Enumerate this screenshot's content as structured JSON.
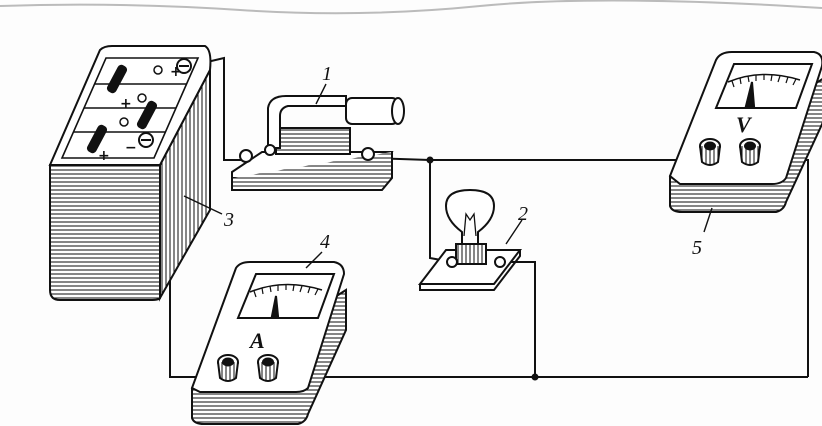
{
  "labels": {
    "switch": "1",
    "lamp": "2",
    "battery": "3",
    "ammeter": "4",
    "voltmeter": "5"
  },
  "meters": {
    "ammeter_symbol": "A",
    "voltmeter_symbol": "V"
  },
  "battery_terminals": {
    "plus": "+",
    "minus": "−"
  }
}
